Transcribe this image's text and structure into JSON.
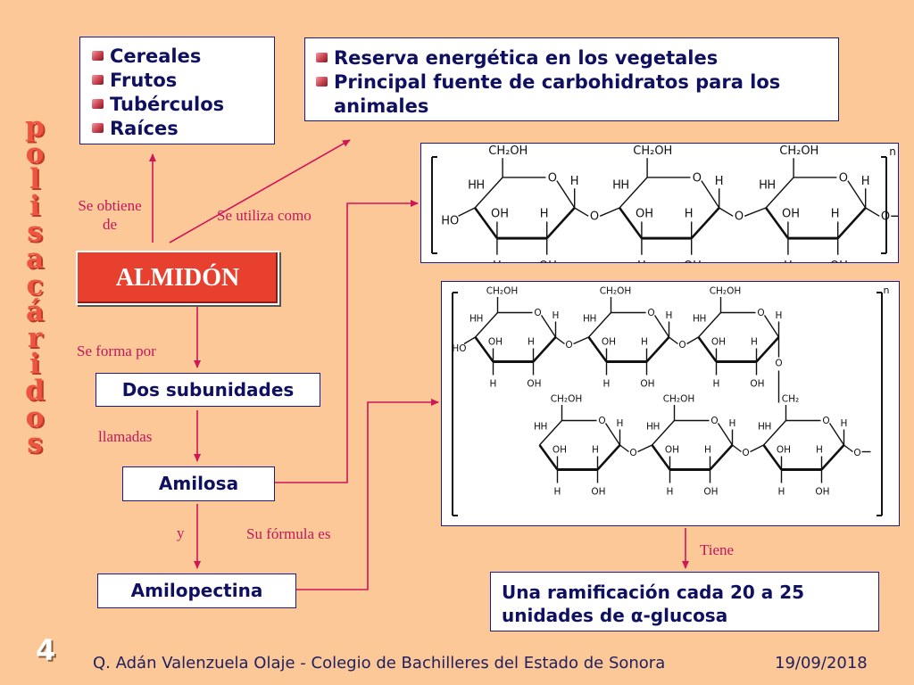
{
  "side_title": [
    "p",
    "o",
    "l",
    "i",
    "s",
    "a",
    "c",
    "á",
    "r",
    "i",
    "d",
    "o",
    "s"
  ],
  "sources": [
    "Cereales",
    "Frutos",
    "Tubérculos",
    "Raíces"
  ],
  "uses": {
    "line1": "Reserva energética en los vegetales",
    "line2": "Principal fuente de carbohidratos para los",
    "line3": "animales"
  },
  "center": "ALMIDÓN",
  "labels": {
    "obtiene": "Se obtiene",
    "de": "de",
    "utiliza": "Se utiliza como",
    "forma": "Se forma por",
    "llamadas": "llamadas",
    "y": "y",
    "formula": "Su fórmula  es",
    "tiene": "Tiene"
  },
  "subunits": "Dos subunidades",
  "amilosa": "Amilosa",
  "amilopectina": "Amilopectina",
  "ramification": {
    "line1": "Una  ramificación  cada  20  a  25",
    "line2": "unidades de ",
    "greek": "α",
    "line2_end": "-glucosa"
  },
  "chem": {
    "ch2oh": "CH₂OH",
    "o": "O",
    "h": "H",
    "oh": "OH",
    "ho": "HO",
    "ch2": "CH₂",
    "n": "n"
  },
  "footer": {
    "slide_number": "4",
    "author": "Q. Adán Valenzuela Olaje - Colegio de Bachilleres del Estado de Sonora",
    "date": "19/09/2018"
  },
  "colors": {
    "background": "#fcc898",
    "accent": "#e8402e",
    "arrow": "#d0155a",
    "text": "#101060"
  }
}
